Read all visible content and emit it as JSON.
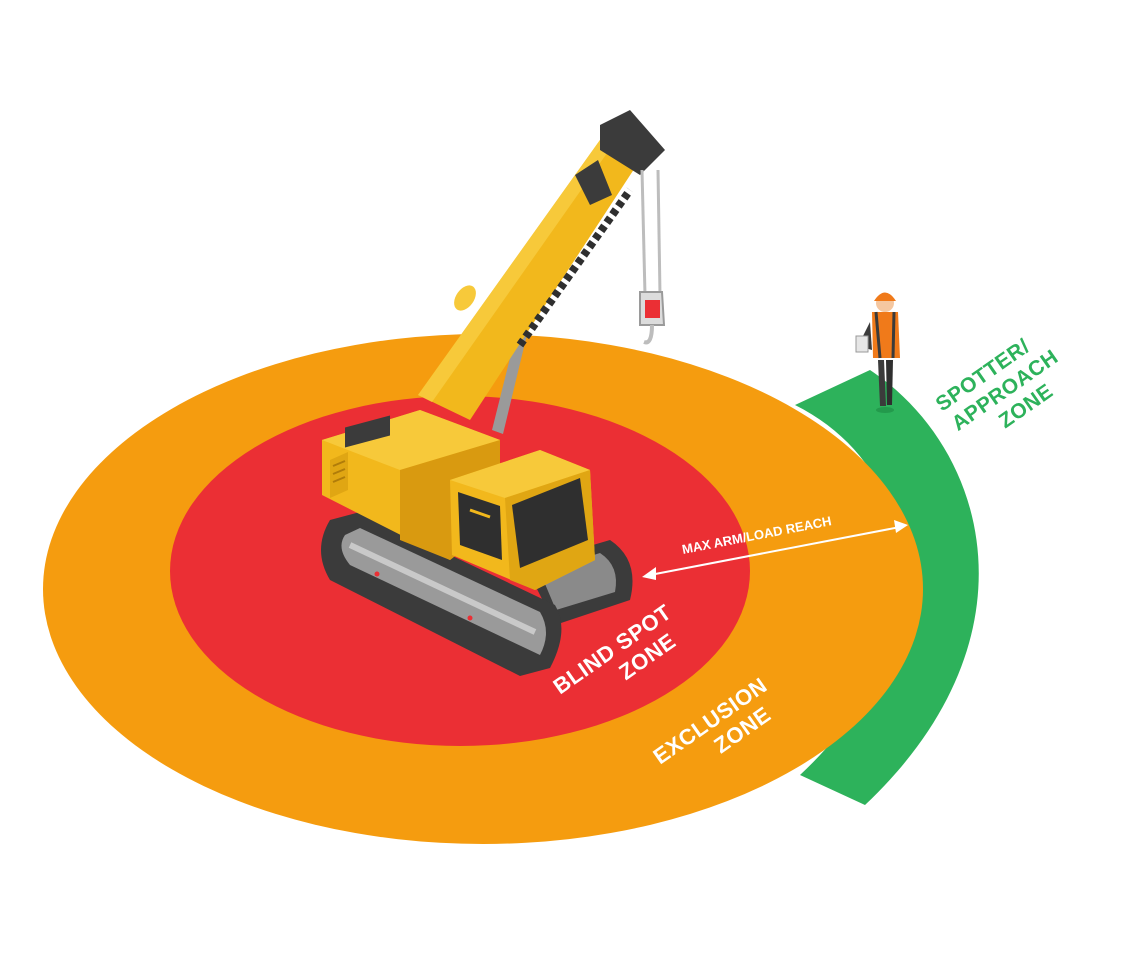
{
  "labels": {
    "spotter_line1": "SPOTTER/",
    "spotter_line2": "APPROACH",
    "spotter_line3": "ZONE",
    "reach": "MAX ARM/LOAD REACH",
    "blind_line1": "BLIND SPOT",
    "blind_line2": "ZONE",
    "exclusion_line1": "EXCLUSION",
    "exclusion_line2": "ZONE"
  },
  "colors": {
    "exclusion_zone": "#f59c0f",
    "blind_spot_zone": "#eb2f34",
    "spotter_zone": "#2db25b",
    "crane_body": "#f2b81c",
    "crane_shadow": "#d99a10",
    "track": "#3b3b3b",
    "worker_vest": "#f07a1a",
    "label_white": "#ffffff",
    "label_green": "#2db25b"
  },
  "icons": {
    "crane": "crawler-crane-icon",
    "worker": "worker-spotter-icon",
    "hook": "crane-hook-icon"
  }
}
